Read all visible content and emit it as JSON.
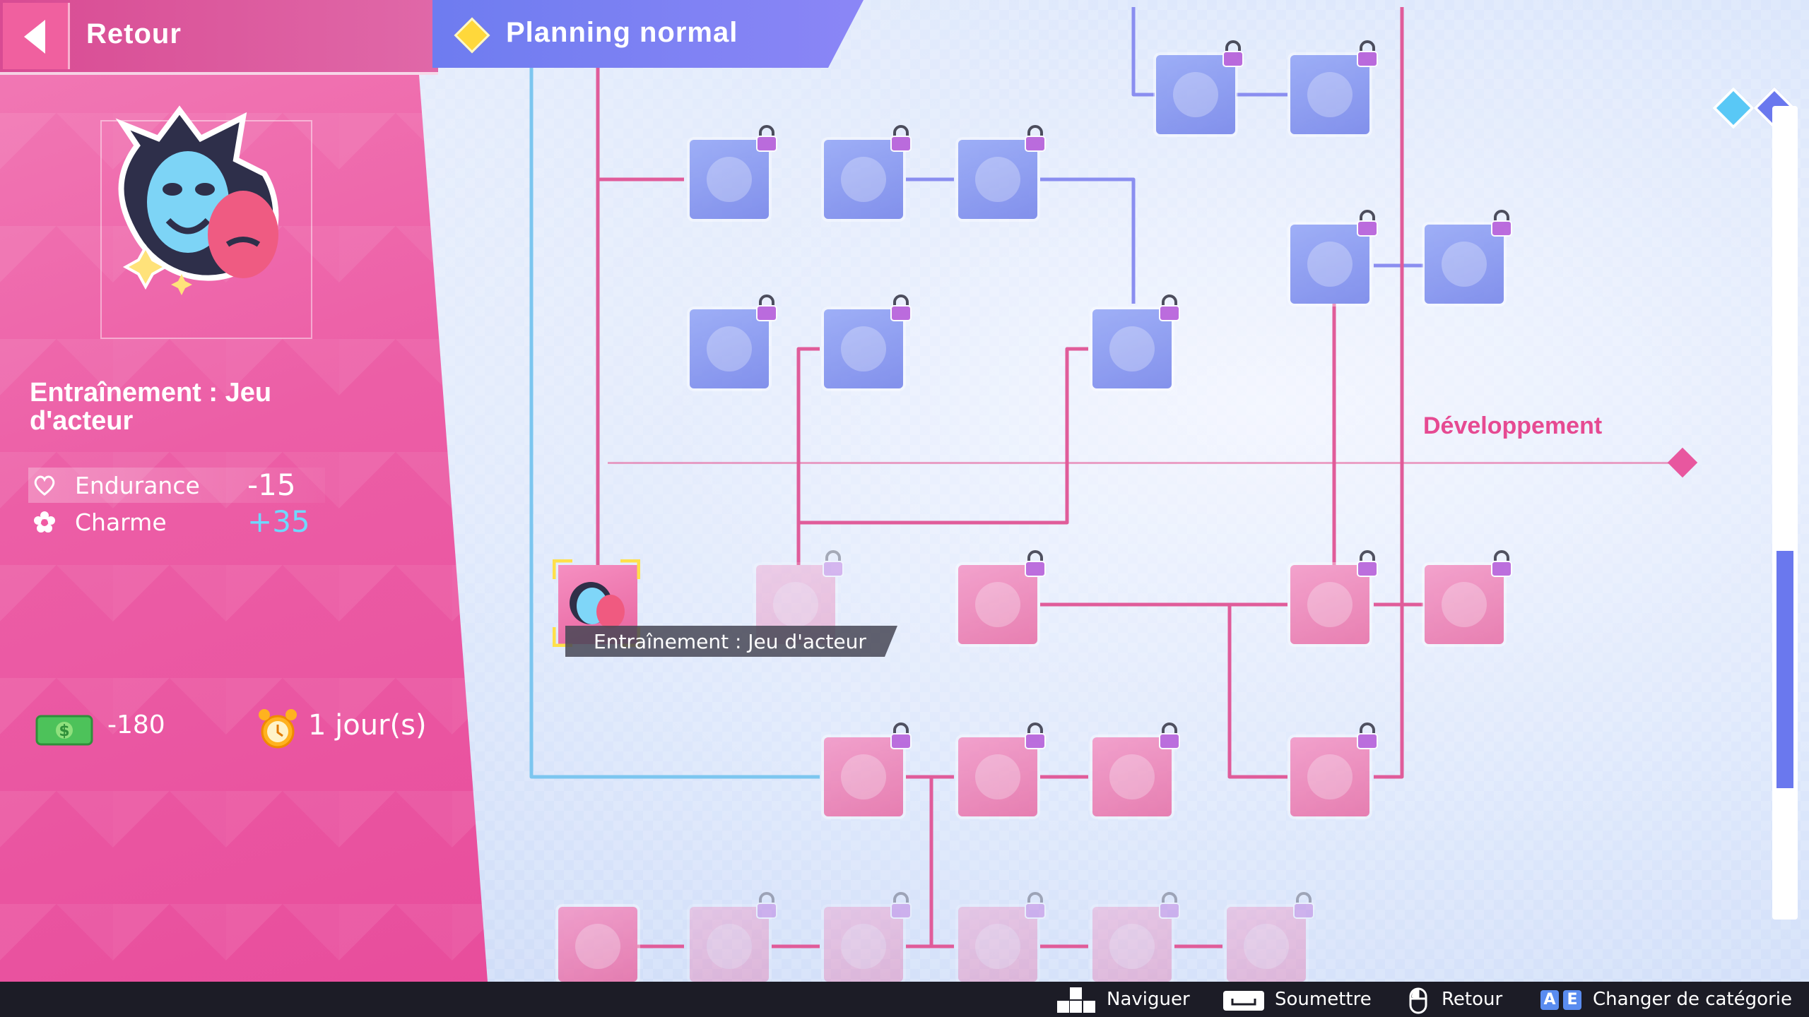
{
  "header": {
    "back_label": "Retour",
    "planning_label": "Planning normal"
  },
  "activity": {
    "title": "Entraînement : Jeu d'acteur",
    "icon": "theater-masks-icon",
    "stats": [
      {
        "name": "Endurance",
        "value": "-15",
        "icon": "heart-icon"
      },
      {
        "name": "Charme",
        "value": "+35",
        "icon": "flower-icon"
      }
    ],
    "cost": "-180",
    "duration": "1 jour(s)"
  },
  "tree": {
    "selected_tooltip": "Entraînement : Jeu d'acteur",
    "section_label": "Développement"
  },
  "hints": [
    {
      "label": "Naviguer",
      "icon": "dpad-icon"
    },
    {
      "label": "Soumettre",
      "icon": "spacebar-icon"
    },
    {
      "label": "Retour",
      "icon": "mouse-icon"
    },
    {
      "label": "Changer de catégorie",
      "keys": [
        "A",
        "E"
      ]
    }
  ],
  "colors": {
    "pink_panel": "#ec5ea6",
    "blue_tab": "#6e7cf0",
    "accent_pink": "#e64a92",
    "accent_blue": "#6a78ee",
    "stat_positive": "#6fd9ff"
  }
}
